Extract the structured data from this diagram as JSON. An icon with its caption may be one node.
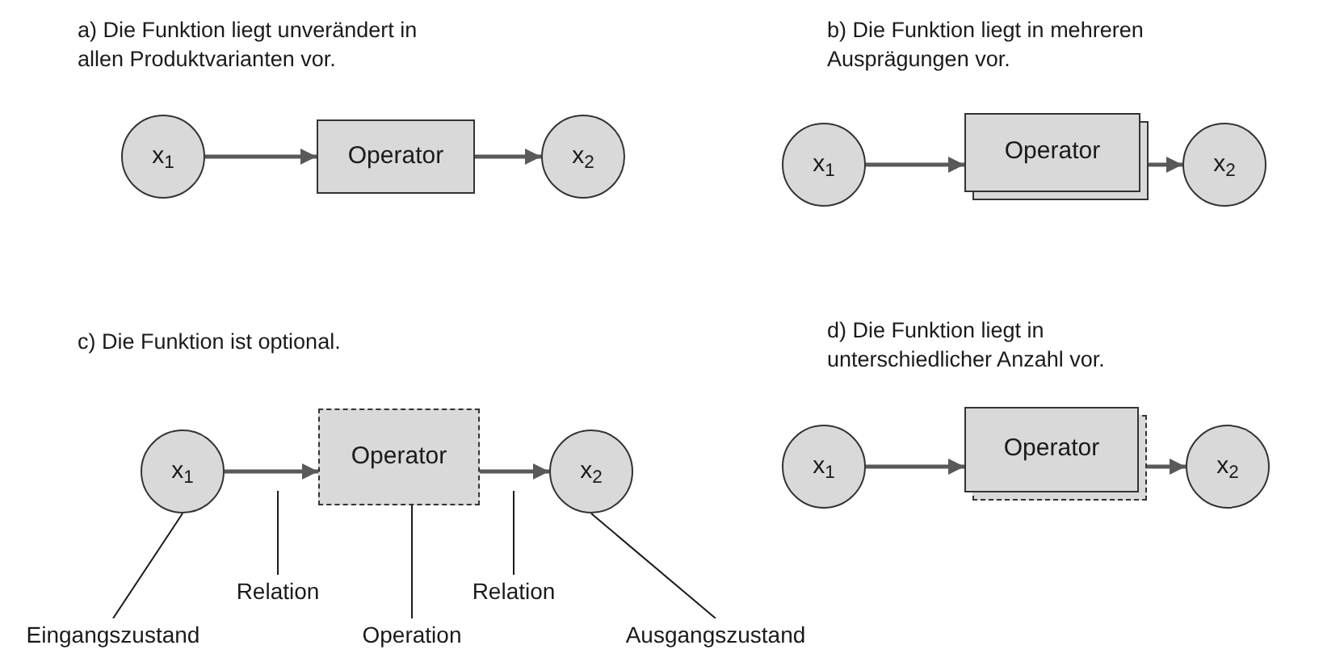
{
  "diagram": {
    "nodes": [
      {
        "text": [
          "x$_{1}$"
        ]
      },
      {
        "text": [
          "Operator"
        ]
      },
      {
        "text": [
          "x$_{2}$"
        ]
      },
      {
        "text": [
          "x$_{1}$"
        ]
      },
      {
        "text": [
          "Operator"
        ]
      },
      {
        "text": [
          "x$_{2}$"
        ]
      },
      {
        "text": [
          "x$_{1}$"
        ]
      },
      {
        "text": [
          "Operator"
        ]
      },
      {
        "text": [
          "x$_{2}$"
        ]
      },
      {
        "text": [
          "x$_{1}$"
        ]
      },
      {
        "text": [
          "Operator"
        ]
      },
      {
        "text": [
          "x$_{2}$"
        ]
      },
      {
        "text": [
          "Eingangszustand"
        ]
      },
      {
        "text": [
          "Relation"
        ]
      },
      {
        "text": [
          "Operation"
        ]
      },
      {
        "text": [
          "Relation"
        ]
      },
      {
        "text": [
          "Ausgangszustand"
        ]
      }
    ],
    "edges": [
      {
        "from": 0,
        "to": 1,
        "arrow": "to"
      },
      {
        "from": 1,
        "to": 2,
        "arrow": "to"
      },
      {
        "from": 3,
        "to": 4,
        "arrow": "to"
      },
      {
        "from": 4,
        "to": 5,
        "arrow": "to"
      },
      {
        "from": 6,
        "to": 7,
        "arrow": "to"
      },
      {
        "from": 7,
        "to": 8,
        "arrow": "to"
      },
      {
        "from": 9,
        "to": 10,
        "arrow": "to"
      },
      {
        "from": 10,
        "to": 11,
        "arrow": "to"
      },
      {
        "from": 12,
        "to": 6,
        "arrow": "none"
      },
      {
        "from": 13,
        "to": null,
        "arrow": "none"
      },
      {
        "from": 14,
        "to": 7,
        "arrow": "none"
      },
      {
        "from": 15,
        "to": null,
        "arrow": "none"
      },
      {
        "from": 16,
        "to": 8,
        "arrow": "none"
      }
    ],
    "labels": [
      "a) Die Funktion liegt unverändert in allen Produktvarianten vor.",
      "b) Die Funktion liegt in mehreren Ausprägungen vor.",
      "c) Die Funktion ist optional.",
      "d) Die Funktion liegt in unterschiedlicher Anzahl vor."
    ]
  }
}
